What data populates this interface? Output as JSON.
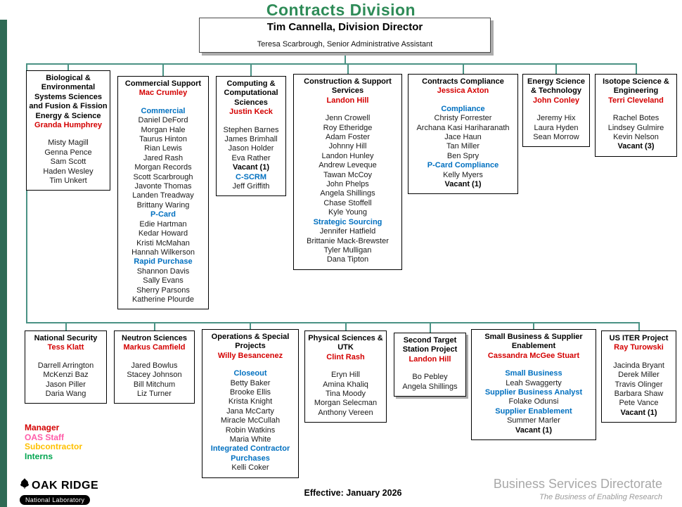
{
  "title": "Contracts Division",
  "header": {
    "director": "Tim Cannella, Division Director",
    "assistant": "Teresa Scarbrough, Senior Administrative Assistant"
  },
  "colors": {
    "title_green": "#2e8b57",
    "manager_red": "#d40000",
    "section_blue": "#0070c0",
    "connector_teal": "#4a9284",
    "edge_bar_green": "#2f6a55",
    "oas_pink": "#ff5ca8",
    "subcontractor_gold": "#ffc000",
    "interns_green": "#00a550",
    "footer_gray": "#a8a8a8"
  },
  "top_row": [
    {
      "title": "Biological & Environmental Systems Sciences and Fusion & Fission Energy & Science",
      "lines": [
        {
          "t": "Granda Humphrey",
          "s": "manager"
        },
        {
          "t": "",
          "s": "gap"
        },
        {
          "t": "Misty Magill",
          "s": "name"
        },
        {
          "t": "Genna Pence",
          "s": "name"
        },
        {
          "t": "Sam Scott",
          "s": "name"
        },
        {
          "t": "Haden Wesley",
          "s": "name"
        },
        {
          "t": "Tim Unkert",
          "s": "name"
        }
      ]
    },
    {
      "title": "Commercial Support",
      "lines": [
        {
          "t": "Mac Crumley",
          "s": "manager"
        },
        {
          "t": "",
          "s": "gap"
        },
        {
          "t": "Commercial",
          "s": "section"
        },
        {
          "t": "Daniel DeFord",
          "s": "name"
        },
        {
          "t": "Morgan Hale",
          "s": "name"
        },
        {
          "t": "Taurus Hinton",
          "s": "name"
        },
        {
          "t": "Rian Lewis",
          "s": "name"
        },
        {
          "t": "Jared Rash",
          "s": "name"
        },
        {
          "t": "Morgan Records",
          "s": "name"
        },
        {
          "t": "Scott Scarbrough",
          "s": "name"
        },
        {
          "t": "Javonte Thomas",
          "s": "name"
        },
        {
          "t": "Landen Treadway",
          "s": "name"
        },
        {
          "t": "Brittany Waring",
          "s": "name"
        },
        {
          "t": "P-Card",
          "s": "section"
        },
        {
          "t": "Edie Hartman",
          "s": "name"
        },
        {
          "t": "Kedar Howard",
          "s": "name"
        },
        {
          "t": "Kristi McMahan",
          "s": "name"
        },
        {
          "t": "Hannah Wilkerson",
          "s": "name"
        },
        {
          "t": "Rapid Purchase",
          "s": "section"
        },
        {
          "t": "Shannon Davis",
          "s": "name"
        },
        {
          "t": "Sally Evans",
          "s": "name"
        },
        {
          "t": "Sherry Parsons",
          "s": "name"
        },
        {
          "t": "Katherine Plourde",
          "s": "name"
        }
      ]
    },
    {
      "title": "Computing & Computational Sciences",
      "lines": [
        {
          "t": "Justin Keck",
          "s": "manager"
        },
        {
          "t": "",
          "s": "gap"
        },
        {
          "t": "Stephen Barnes",
          "s": "name"
        },
        {
          "t": "James Brimhall",
          "s": "name"
        },
        {
          "t": "Jason Holder",
          "s": "name"
        },
        {
          "t": "Eva Rather",
          "s": "name"
        },
        {
          "t": "Vacant (1)",
          "s": "vacant"
        },
        {
          "t": "C-SCRM",
          "s": "section"
        },
        {
          "t": "Jeff Griffith",
          "s": "name"
        }
      ]
    },
    {
      "title": "Construction & Support Services",
      "lines": [
        {
          "t": "Landon Hill",
          "s": "manager"
        },
        {
          "t": "",
          "s": "gap"
        },
        {
          "t": "Jenn Crowell",
          "s": "name"
        },
        {
          "t": "Roy Etheridge",
          "s": "name"
        },
        {
          "t": "Adam Foster",
          "s": "name"
        },
        {
          "t": "Johnny Hill",
          "s": "name"
        },
        {
          "t": "Landon Hunley",
          "s": "name"
        },
        {
          "t": "Andrew Leveque",
          "s": "name"
        },
        {
          "t": "Tawan McCoy",
          "s": "name"
        },
        {
          "t": "John Phelps",
          "s": "name"
        },
        {
          "t": "Angela Shillings",
          "s": "name"
        },
        {
          "t": "Chase Stoffell",
          "s": "name"
        },
        {
          "t": "Kyle Young",
          "s": "name"
        },
        {
          "t": "Strategic Sourcing",
          "s": "section"
        },
        {
          "t": "Jennifer Hatfield",
          "s": "name"
        },
        {
          "t": "Brittanie Mack-Brewster",
          "s": "name"
        },
        {
          "t": "Tyler Mulligan",
          "s": "name"
        },
        {
          "t": "Dana Tipton",
          "s": "name"
        }
      ]
    },
    {
      "title": "Contracts Compliance",
      "lines": [
        {
          "t": "Jessica Axton",
          "s": "manager"
        },
        {
          "t": "",
          "s": "gap"
        },
        {
          "t": "Compliance",
          "s": "section"
        },
        {
          "t": "Christy Forrester",
          "s": "name"
        },
        {
          "t": "Archana Kasi Hariharanath",
          "s": "name"
        },
        {
          "t": "Jace Haun",
          "s": "name"
        },
        {
          "t": "Tan Miller",
          "s": "name"
        },
        {
          "t": "Ben Spry",
          "s": "name"
        },
        {
          "t": "P-Card Compliance",
          "s": "section"
        },
        {
          "t": "Kelly Myers",
          "s": "name"
        },
        {
          "t": "Vacant (1)",
          "s": "vacant"
        }
      ]
    },
    {
      "title": "Energy Science & Technology",
      "lines": [
        {
          "t": "John Conley",
          "s": "manager"
        },
        {
          "t": "",
          "s": "gap"
        },
        {
          "t": "Jeremy Hix",
          "s": "name"
        },
        {
          "t": "Laura Hyden",
          "s": "name"
        },
        {
          "t": "Sean Morrow",
          "s": "name"
        }
      ]
    },
    {
      "title": "Isotope Science & Engineering",
      "lines": [
        {
          "t": "Terri Cleveland",
          "s": "manager"
        },
        {
          "t": "",
          "s": "gap"
        },
        {
          "t": "Rachel Botes",
          "s": "name"
        },
        {
          "t": "Lindsey Gulmire",
          "s": "name"
        },
        {
          "t": "Kevin Nelson",
          "s": "name"
        },
        {
          "t": "Vacant (3)",
          "s": "vacant"
        }
      ]
    }
  ],
  "bottom_row": [
    {
      "title": "National Security",
      "lines": [
        {
          "t": "Tess Klatt",
          "s": "manager"
        },
        {
          "t": "",
          "s": "gap"
        },
        {
          "t": "Darrell Arrington",
          "s": "name"
        },
        {
          "t": "McKenzi Baz",
          "s": "name"
        },
        {
          "t": "Jason Piller",
          "s": "name"
        },
        {
          "t": "Daria Wang",
          "s": "name"
        }
      ]
    },
    {
      "title": "Neutron Sciences",
      "lines": [
        {
          "t": "Markus Camfield",
          "s": "manager"
        },
        {
          "t": "",
          "s": "gap"
        },
        {
          "t": "Jared Bowlus",
          "s": "name"
        },
        {
          "t": "Stacey Johnson",
          "s": "name"
        },
        {
          "t": "Bill Mitchum",
          "s": "name"
        },
        {
          "t": "Liz Turner",
          "s": "name"
        }
      ]
    },
    {
      "title": "Operations & Special Projects",
      "lines": [
        {
          "t": "Willy Besancenez",
          "s": "manager"
        },
        {
          "t": "",
          "s": "gap"
        },
        {
          "t": "Closeout",
          "s": "section"
        },
        {
          "t": "Betty Baker",
          "s": "name"
        },
        {
          "t": "Brooke Ellis",
          "s": "name"
        },
        {
          "t": "Krista Knight",
          "s": "name"
        },
        {
          "t": "Jana McCarty",
          "s": "name"
        },
        {
          "t": "Miracle McCullah",
          "s": "name"
        },
        {
          "t": "Robin Watkins",
          "s": "name"
        },
        {
          "t": "Maria White",
          "s": "name"
        },
        {
          "t": "Integrated Contractor Purchases",
          "s": "section"
        },
        {
          "t": "Kelli Coker",
          "s": "name"
        }
      ]
    },
    {
      "title": "Physical Sciences & UTK",
      "lines": [
        {
          "t": "Clint Rash",
          "s": "manager"
        },
        {
          "t": "",
          "s": "gap"
        },
        {
          "t": "Eryn Hill",
          "s": "name"
        },
        {
          "t": "Amina Khaliq",
          "s": "name"
        },
        {
          "t": "Tina Moody",
          "s": "name"
        },
        {
          "t": "Morgan Selecman",
          "s": "name"
        },
        {
          "t": "Anthony Vereen",
          "s": "name"
        }
      ]
    },
    {
      "title": "Second Target Station Project",
      "lines": [
        {
          "t": "Landon Hill",
          "s": "manager"
        },
        {
          "t": "",
          "s": "gap"
        },
        {
          "t": "Bo Pebley",
          "s": "name"
        },
        {
          "t": "Angela Shillings",
          "s": "name"
        }
      ]
    },
    {
      "title": "Small Business & Supplier Enablement",
      "lines": [
        {
          "t": "Cassandra McGee Stuart",
          "s": "manager"
        },
        {
          "t": "",
          "s": "gap"
        },
        {
          "t": "Small Business",
          "s": "section"
        },
        {
          "t": "Leah Swaggerty",
          "s": "name"
        },
        {
          "t": "Supplier Business Analyst",
          "s": "section"
        },
        {
          "t": "Folake Odunsi",
          "s": "name"
        },
        {
          "t": "Supplier Enablement",
          "s": "section"
        },
        {
          "t": "Summer Marler",
          "s": "name"
        },
        {
          "t": "Vacant (1)",
          "s": "vacant"
        }
      ]
    },
    {
      "title": "US ITER Project",
      "lines": [
        {
          "t": "Ray Turowski",
          "s": "manager"
        },
        {
          "t": "",
          "s": "gap"
        },
        {
          "t": "Jacinda Bryant",
          "s": "name"
        },
        {
          "t": "Derek Miller",
          "s": "name"
        },
        {
          "t": "Travis Olinger",
          "s": "name"
        },
        {
          "t": "Barbara Shaw",
          "s": "name"
        },
        {
          "t": "Pete Vance",
          "s": "name"
        },
        {
          "t": "Vacant (1)",
          "s": "vacant"
        }
      ]
    }
  ],
  "legend": {
    "items": [
      {
        "label": "Manager"
      },
      {
        "label": "OAS Staff"
      },
      {
        "label": "Subcontractor"
      },
      {
        "label": "Interns"
      }
    ]
  },
  "footer": {
    "effective": "Effective:  January 2026",
    "directorate": "Business Services Directorate",
    "tagline": "The Business of Enabling Research",
    "logo_title": "OAK RIDGE",
    "logo_subtitle": "National Laboratory"
  }
}
